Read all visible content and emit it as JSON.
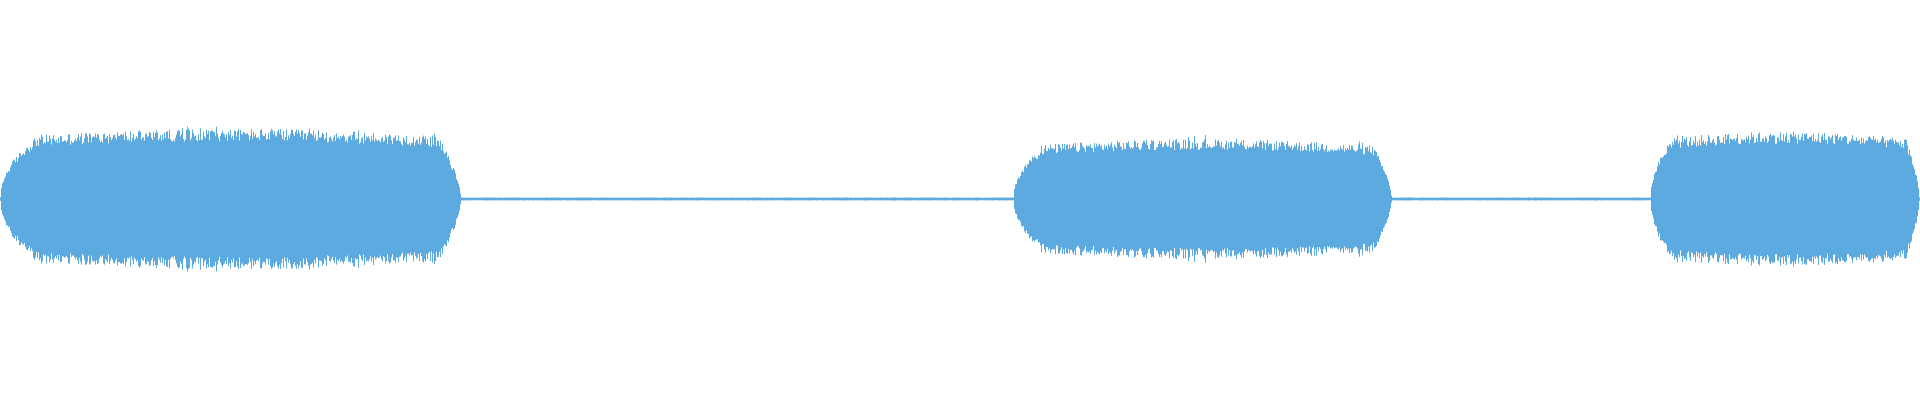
{
  "waveform": {
    "fill_color": "#5DAAE0",
    "background_color": "#ffffff",
    "segments": [
      {
        "kind": "sound",
        "start": 0.0,
        "end": 0.24,
        "peak": 0.47
      },
      {
        "kind": "silence",
        "start": 0.24,
        "end": 0.528,
        "peak": 0.01
      },
      {
        "kind": "sound",
        "start": 0.528,
        "end": 0.725,
        "peak": 0.4
      },
      {
        "kind": "silence",
        "start": 0.725,
        "end": 0.86,
        "peak": 0.01
      },
      {
        "kind": "sound",
        "start": 0.86,
        "end": 1.0,
        "peak": 0.45
      }
    ]
  }
}
